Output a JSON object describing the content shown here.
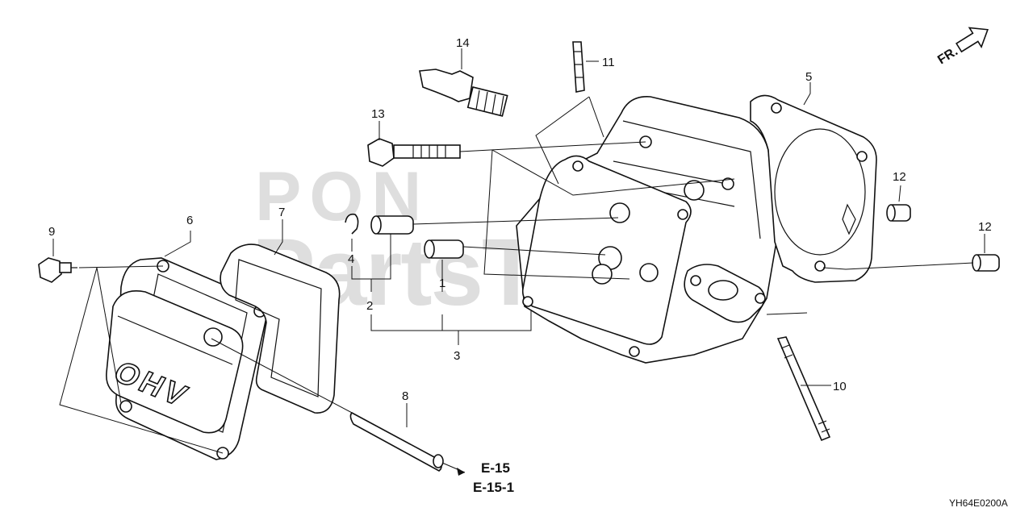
{
  "watermark": {
    "line1": "PON",
    "line2": "PartsTree",
    "mark": "®"
  },
  "direction_indicator": {
    "label": "FR."
  },
  "cover_embossing": "OHV",
  "callouts": [
    {
      "id": "c1",
      "label": "1"
    },
    {
      "id": "c2",
      "label": "2"
    },
    {
      "id": "c3",
      "label": "3"
    },
    {
      "id": "c4",
      "label": "4"
    },
    {
      "id": "c5",
      "label": "5"
    },
    {
      "id": "c6",
      "label": "6"
    },
    {
      "id": "c7",
      "label": "7"
    },
    {
      "id": "c8",
      "label": "8"
    },
    {
      "id": "c9",
      "label": "9"
    },
    {
      "id": "c10",
      "label": "10"
    },
    {
      "id": "c11",
      "label": "11"
    },
    {
      "id": "c12a",
      "label": "12"
    },
    {
      "id": "c12b",
      "label": "12"
    },
    {
      "id": "c13",
      "label": "13"
    },
    {
      "id": "c14",
      "label": "14"
    }
  ],
  "references": [
    "E-15",
    "E-15-1"
  ],
  "diagram_code": "YH64E0200A"
}
